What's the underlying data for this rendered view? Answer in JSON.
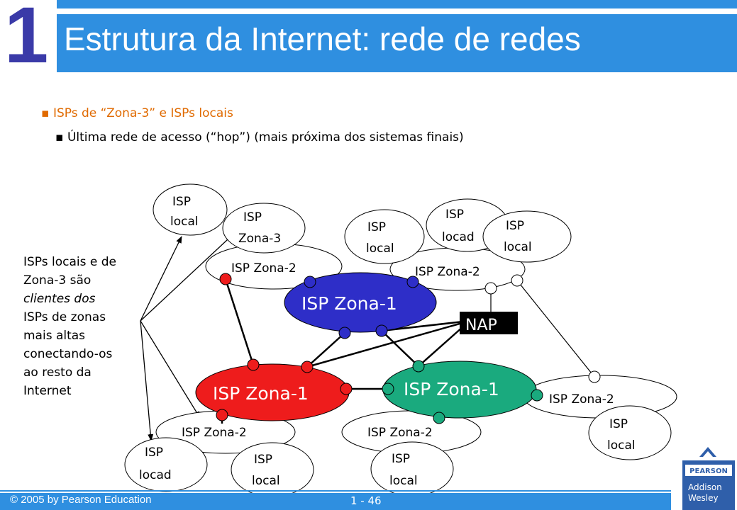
{
  "chapter": "1",
  "title": "Estrutura da Internet: rede de redes",
  "bullets": {
    "level1": "ISPs de “Zona-3” e ISPs locais",
    "level2": "Última rede de acesso (“hop”) (mais próxima dos sistemas finais)"
  },
  "side_note": {
    "line1": "ISPs locais e de",
    "line2": "Zona-3 são",
    "line3": "clientes dos",
    "line4": "ISPs de zonas",
    "line5": "mais altas",
    "line6": "conectando-os",
    "line7": "ao resto da",
    "line8": "Internet"
  },
  "nodes": {
    "tier1_top": "ISP Zona-1",
    "tier1_left": "ISP Zona-1",
    "tier1_right": "ISP Zona-1",
    "tier2_topleft": "ISP Zona-2",
    "tier2_topright": "ISP Zona-2",
    "tier2_right": "ISP Zona-2",
    "tier2_bottomleft": "ISP Zona-2",
    "tier2_bottommid": "ISP Zona-2",
    "nap": "NAP",
    "isp_local_tl": [
      "ISP",
      "local"
    ],
    "isp_zona3": [
      "ISP",
      "Zona-3"
    ],
    "isp_local_tr1": [
      "ISP",
      "local"
    ],
    "isp_locad_tr": [
      "ISP",
      "locad"
    ],
    "isp_local_tr2": [
      "ISP",
      "local"
    ],
    "isp_local_r": [
      "ISP",
      "local"
    ],
    "isp_locad_bl": [
      "ISP",
      "locad"
    ],
    "isp_local_bl": [
      "ISP",
      "local"
    ],
    "isp_local_bm": [
      "ISP",
      "local"
    ]
  },
  "colors": {
    "title_bar": "#2f8fe0",
    "tier1_top": "#2e2ec8",
    "tier1_left": "#ee1c1c",
    "tier1_right": "#1aaa7e",
    "bullet1_text": "#e06a00"
  },
  "footer": {
    "copyright": "© 2005 by Pearson Education",
    "page": "1 - 46"
  },
  "logo": {
    "line1": "PEARSON",
    "line2": "Addison",
    "line3": "Wesley"
  }
}
